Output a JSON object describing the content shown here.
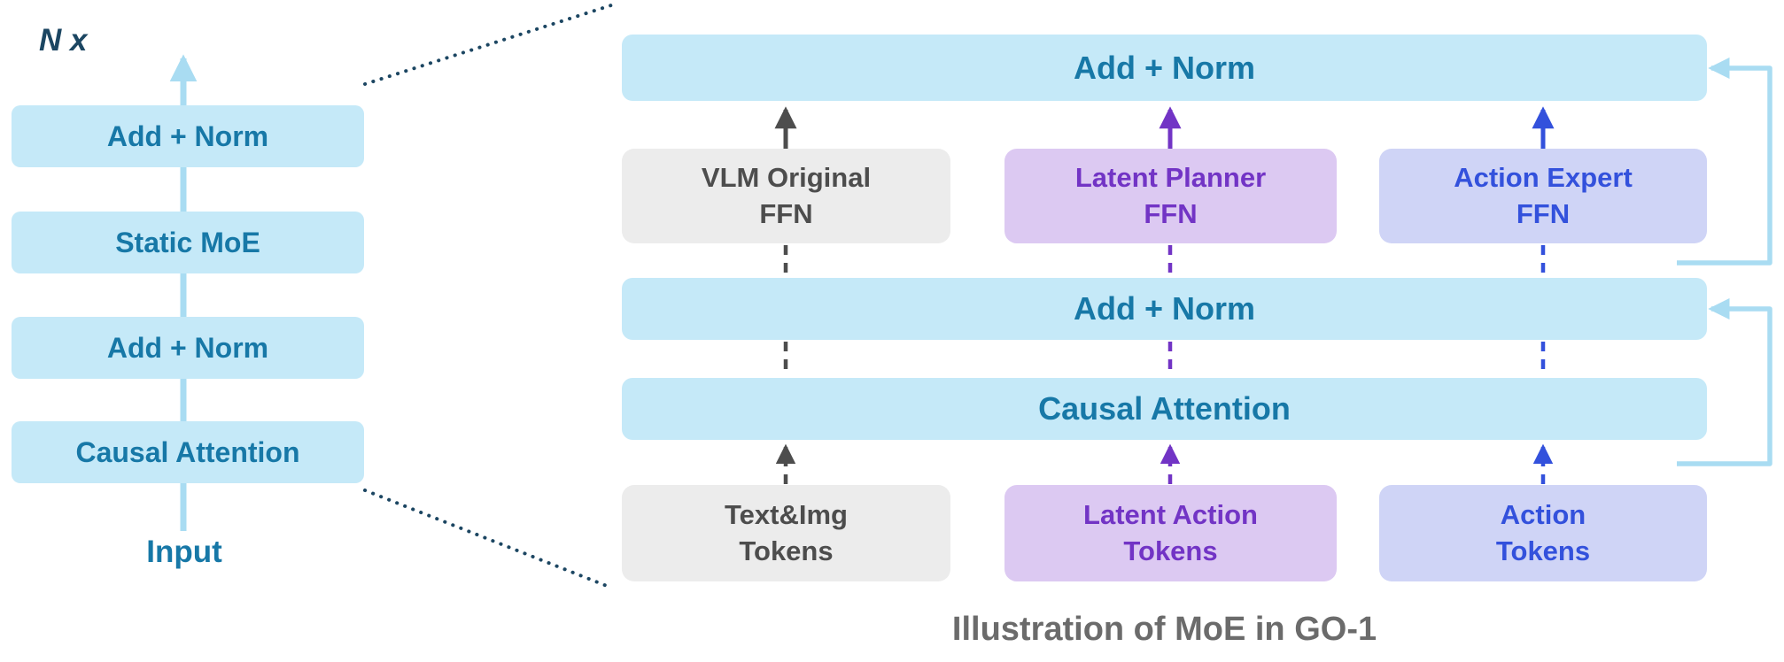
{
  "colors": {
    "box_blue": "#C5E9F8",
    "text_teal": "#1778A7",
    "box_gray": "#ECECEC",
    "text_gray": "#4D4D4D",
    "box_purple": "#DCC9F2",
    "text_purple": "#7234C5",
    "box_periwinkle": "#CFD4F6",
    "text_blue": "#3351DC",
    "pale_blue": "#A9DCF2",
    "dark_navy": "#1C4662",
    "caption_gray": "#6B6B6B"
  },
  "left_panel": {
    "repeat_label": "N x",
    "blocks": [
      "Add + Norm",
      "Static MoE",
      "Add + Norm",
      "Causal Attention"
    ],
    "input_label": "Input"
  },
  "right_panel": {
    "top_add_norm": "Add + Norm",
    "mid_add_norm": "Add + Norm",
    "causal_attention": "Causal Attention",
    "ffn_labels": [
      "VLM Original\nFFN",
      "Latent Planner\nFFN",
      "Action Expert\nFFN"
    ],
    "token_labels": [
      "Text&Img\nTokens",
      "Latent Action\nTokens",
      "Action\nTokens"
    ]
  },
  "caption": "Illustration of MoE in GO-1"
}
